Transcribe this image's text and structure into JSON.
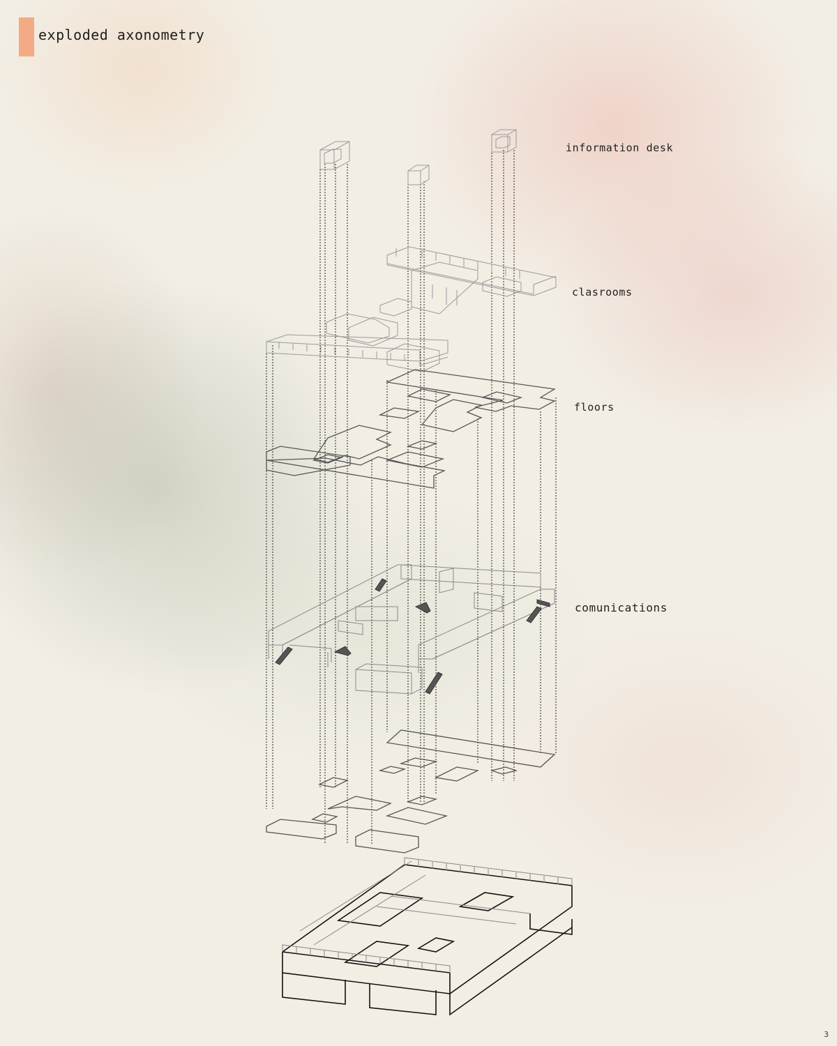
{
  "header": {
    "title": "exploded axonometry",
    "accent_color": "#f2ab85"
  },
  "layers": [
    {
      "id": "info_desk",
      "label": "information desk"
    },
    {
      "id": "classrooms",
      "label": "clasrooms"
    },
    {
      "id": "floors",
      "label": "floors"
    },
    {
      "id": "communications",
      "label": "comunications"
    }
  ],
  "page_number": "3",
  "colors": {
    "background": "#f2eee4",
    "ink": "#1e1e1e",
    "light_ink": "#9a9a9a"
  }
}
